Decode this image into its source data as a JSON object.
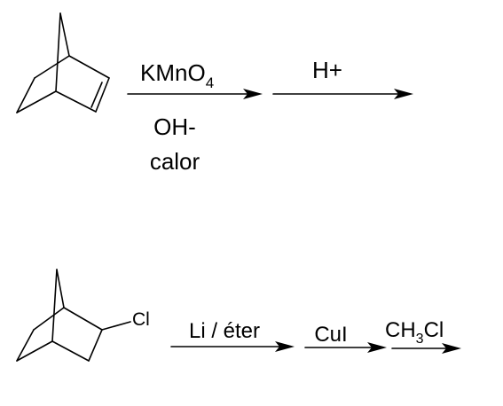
{
  "reaction_1": {
    "step_1": {
      "above": {
        "main": "KMnO",
        "sub": "4"
      },
      "below_line_1": "OH-",
      "below_line_2": "calor"
    },
    "step_2": {
      "above": "H+"
    }
  },
  "reaction_2": {
    "substituent": "Cl",
    "step_1": {
      "above": "Li / éter"
    },
    "step_2": {
      "above": "CuI"
    },
    "step_3": {
      "above": {
        "pre": "CH",
        "sub": "3",
        "post": "Cl"
      }
    }
  }
}
